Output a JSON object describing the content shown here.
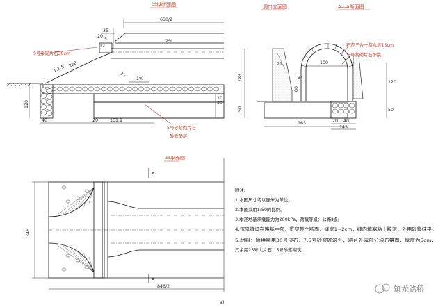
{
  "views": {
    "longitudinal": {
      "title": "半纵断面图",
      "labels": {
        "masonry_30": "5号浆砌片石30cm",
        "masonry_mortar": "5号砂浆砌片石",
        "cushion": "砂砾垫层"
      },
      "dims": {
        "half_width": "650/2",
        "d35": "35",
        "d5": "5",
        "d20": "20",
        "d12": "12",
        "grade_2": "2%",
        "grade_1": "1%",
        "slope_115": "1:1.5",
        "len_228": "228",
        "len_37": "37",
        "h120": "120",
        "h30": "30",
        "h10": "10",
        "w40": "40",
        "w20": "20",
        "w101": "101.1"
      }
    },
    "portal": {
      "title": "洞口立面图",
      "dims": {
        "h183": "183",
        "h50": "50",
        "w163": "163",
        "r21": "21",
        "r100": "100",
        "r34": "34",
        "h80": "80"
      }
    },
    "section": {
      "title": "A—A断面图",
      "labels": {
        "lime_soil": "石灰三合土防水层15cm",
        "masonry_arch": "5号浆砌片石护拱"
      },
      "dims": {
        "h120": "120",
        "h50": "50",
        "w20": "20",
        "w40": "40",
        "w143": "143"
      }
    },
    "plan": {
      "title": "半平面图",
      "section_mark": "A",
      "dims": {
        "w346": "346",
        "len": "846/2"
      }
    }
  },
  "notes": {
    "heading": "附注:",
    "items": [
      "1.本图尺寸均以厘米为单位。",
      "2.本图采用1:50的比例。",
      "3.本涵地基承载能力为200kPa，荷载等级：公路Ⅱ级。",
      "4.沉降缝设在路基中部，贯穿整个断面，缝宽1~2cm，缝内填塞粘土胶泥，外用砂浆抹平。",
      "5.材料：除拱圈用30号浇石，7.5号砂浆砌筑外，涵台外露部分块石镶面，厚度为5cm，",
      "  其余用25号大片石、5号砂浆砌筑。"
    ]
  },
  "figure_label": "a)",
  "watermark": "筑龙路桥",
  "colors": {
    "annotation": "#b8452f",
    "line": "#111111"
  }
}
